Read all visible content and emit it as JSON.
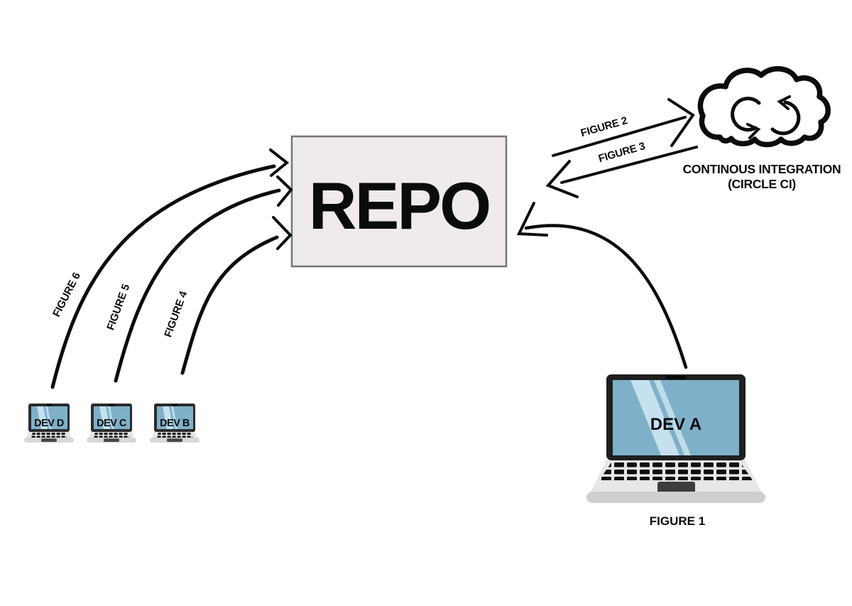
{
  "diagram": {
    "repo": {
      "label": "REPO"
    },
    "ci": {
      "line1": "CONTINOUS INTEGRATION",
      "line2": "(CIRCLE CI)",
      "icon": "sync-cloud-icon"
    },
    "devices": {
      "dev_a": "DEV A",
      "dev_b": "DEV B",
      "dev_c": "DEV C",
      "dev_d": "DEV D"
    },
    "figures": {
      "f1": "FIGURE 1",
      "f2": "FIGURE 2",
      "f3": "FIGURE 3",
      "f4": "FIGURE 4",
      "f5": "FIGURE 5",
      "f6": "FIGURE 6"
    },
    "colors": {
      "ink": "#0b0b0b",
      "repo_fill": "#f0ebeb",
      "repo_border": "#757575",
      "screen_blue": "#7fb0ca",
      "screen_glare": "#c9e4f0",
      "laptop_bezel": "#1f1f1f",
      "laptop_body": "#e7e7e7",
      "laptop_base": "#d2d2d2"
    }
  }
}
